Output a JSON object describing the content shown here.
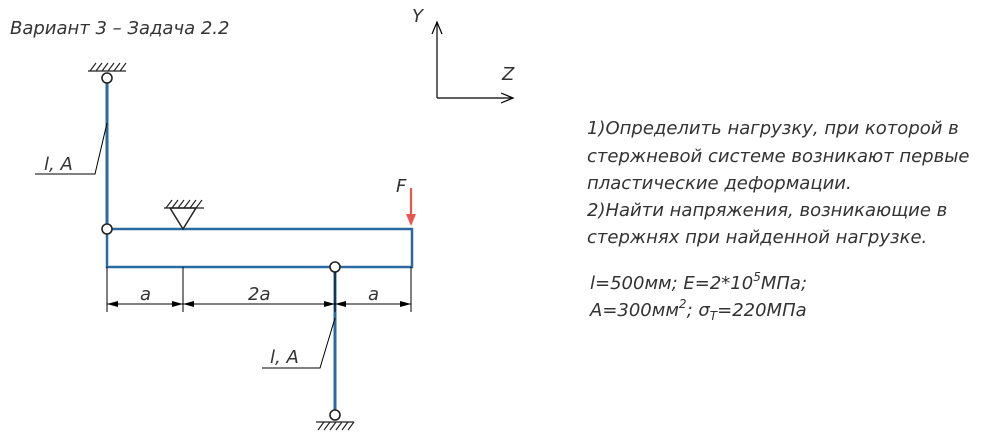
{
  "title": "Вариант 3 – Задача 2.2",
  "axes": {
    "y": "Y",
    "z": "Z"
  },
  "rod_label_top": "l, A",
  "rod_label_bottom": "l, A",
  "force_label": "F",
  "dims": {
    "left": "a",
    "middle": "2a",
    "right": "a"
  },
  "task": {
    "lines": [
      "1)Определить нагрузку, при которой в",
      "стержневой системе возникают первые",
      "пластические деформации.",
      "2)Найти напряжения, возникающие в",
      "стержнях при найденной нагрузке."
    ]
  },
  "params": {
    "line1_a": "l=500мм;  E=2*10",
    "line1_sup": "5",
    "line1_b": "МПа;",
    "line2_a": "A=300мм",
    "line2_sup": "2",
    "line2_b": ";  σ",
    "line2_sub": "T",
    "line2_c": "=220МПа"
  },
  "colors": {
    "members": "#2b6aa0",
    "force": "#e8574e",
    "text": "#333333"
  }
}
